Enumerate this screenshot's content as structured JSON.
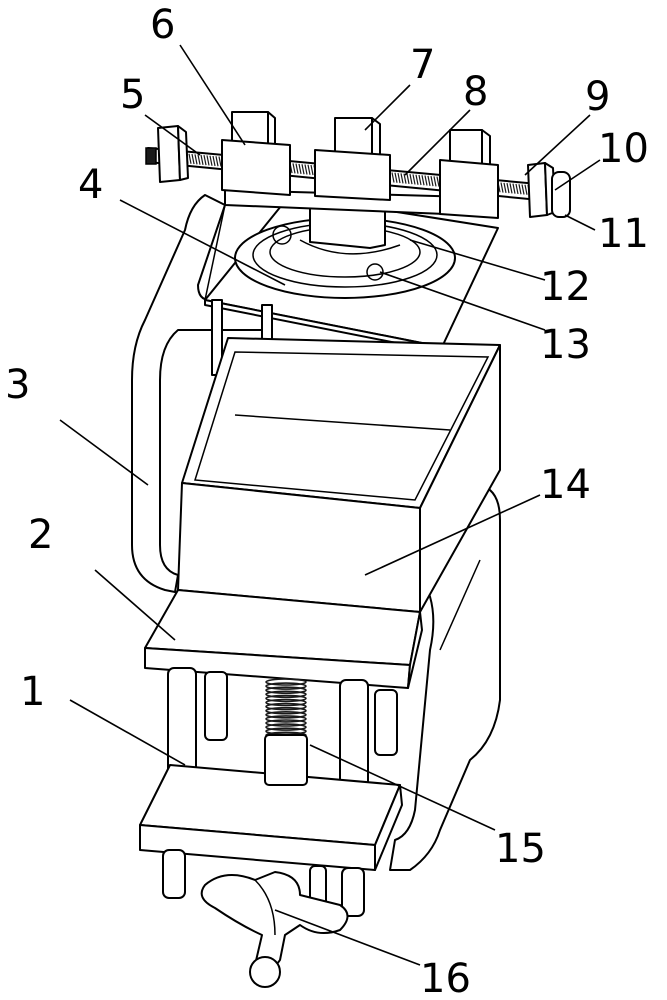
{
  "labels": {
    "l1": "1",
    "l2": "2",
    "l3": "3",
    "l4": "4",
    "l5": "5",
    "l6": "6",
    "l7": "7",
    "l8": "8",
    "l9": "9",
    "l10": "10",
    "l11": "11",
    "l12": "12",
    "l13": "13",
    "l14": "14",
    "l15": "15",
    "l16": "16"
  },
  "colors": {
    "line": "#000000",
    "background": "#ffffff",
    "thread": "#1a1a1a"
  }
}
